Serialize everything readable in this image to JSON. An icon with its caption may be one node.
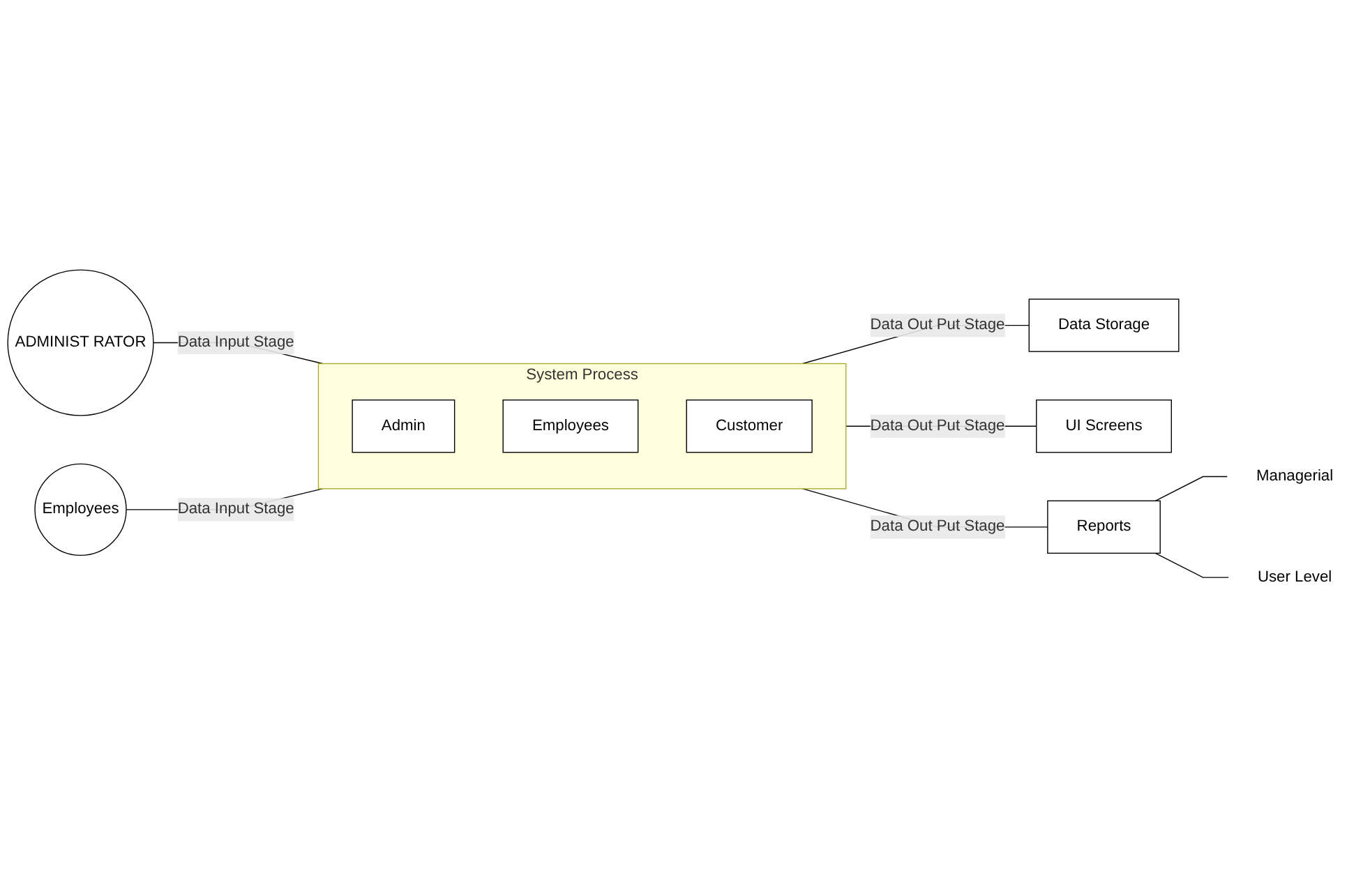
{
  "diagram": {
    "nodes": [
      {
        "text": [
          "ADMINIST RATOR"
        ]
      },
      {
        "text": [
          "System Process"
        ]
      },
      {
        "text": [
          "Admin"
        ],
        "in": 1
      },
      {
        "text": [
          "Employees"
        ],
        "in": 1
      },
      {
        "text": [
          "Customer"
        ],
        "in": 1
      },
      {
        "text": [
          "Employees"
        ]
      },
      {
        "text": [
          "Data Storage"
        ]
      },
      {
        "text": [
          "UI Screens"
        ]
      },
      {
        "text": [
          "Reports"
        ]
      },
      {
        "text": [
          "Managerial"
        ]
      },
      {
        "text": [
          "User Level"
        ]
      }
    ],
    "edges": [
      {
        "from": 0,
        "to": 1,
        "arrow": "none",
        "label": "Data Input Stage"
      },
      {
        "from": 5,
        "to": 1,
        "arrow": "none",
        "label": "Data Input Stage"
      },
      {
        "from": 1,
        "to": 6,
        "arrow": "none",
        "label": "Data Out Put Stage"
      },
      {
        "from": 1,
        "to": 7,
        "arrow": "none",
        "label": "Data Out Put Stage"
      },
      {
        "from": 1,
        "to": 8,
        "arrow": "none",
        "label": "Data Out Put Stage"
      },
      {
        "from": 8,
        "to": 9,
        "arrow": "none"
      },
      {
        "from": 8,
        "to": 10,
        "arrow": "none"
      }
    ]
  }
}
